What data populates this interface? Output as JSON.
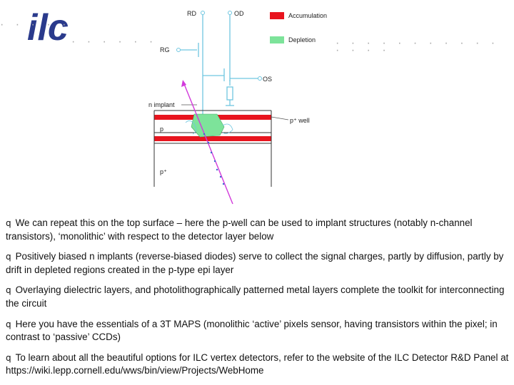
{
  "logo": {
    "text": "ilc",
    "color": "#2a3a8c"
  },
  "legend": [
    {
      "label": "Accumulation",
      "color": "#e8141e"
    },
    {
      "label": "Depletion",
      "color": "#7de39a"
    }
  ],
  "diagram": {
    "labels": {
      "rd": "RD",
      "od": "OD",
      "rg": "RG",
      "os": "OS",
      "n_implant": "n implant",
      "p_well": "p⁺ well",
      "p": "p",
      "p_plus": "p⁺"
    }
  },
  "bullets": [
    {
      "marker": "q",
      "text": "We can repeat this on the top surface – here the p-well can be used to implant structures (notably n-channel transistors), ‘monolithic’ with respect to the detector layer below"
    },
    {
      "marker": "q",
      "text": "Positively biased n implants (reverse-biased diodes) serve to collect the signal charges, partly by diffusion, partly by drift in depleted regions created in the p-type epi layer"
    },
    {
      "marker": "q",
      "text": "Overlaying dielectric layers, and photolithographically patterned metal layers complete the toolkit for interconnecting the circuit"
    },
    {
      "marker": "q",
      "text": "Here you have the essentials of a 3T MAPS (monolithic ‘active’ pixels sensor, having transistors within the pixel; in contrast to ‘passive’ CCDs)"
    },
    {
      "marker": "q",
      "text": "To learn about all the beautiful options for ILC vertex detectors, refer to the website of the ILC Detector R&D Panel at https://wiki.lepp.cornell.edu/wws/bin/view/Projects/WebHome"
    }
  ]
}
